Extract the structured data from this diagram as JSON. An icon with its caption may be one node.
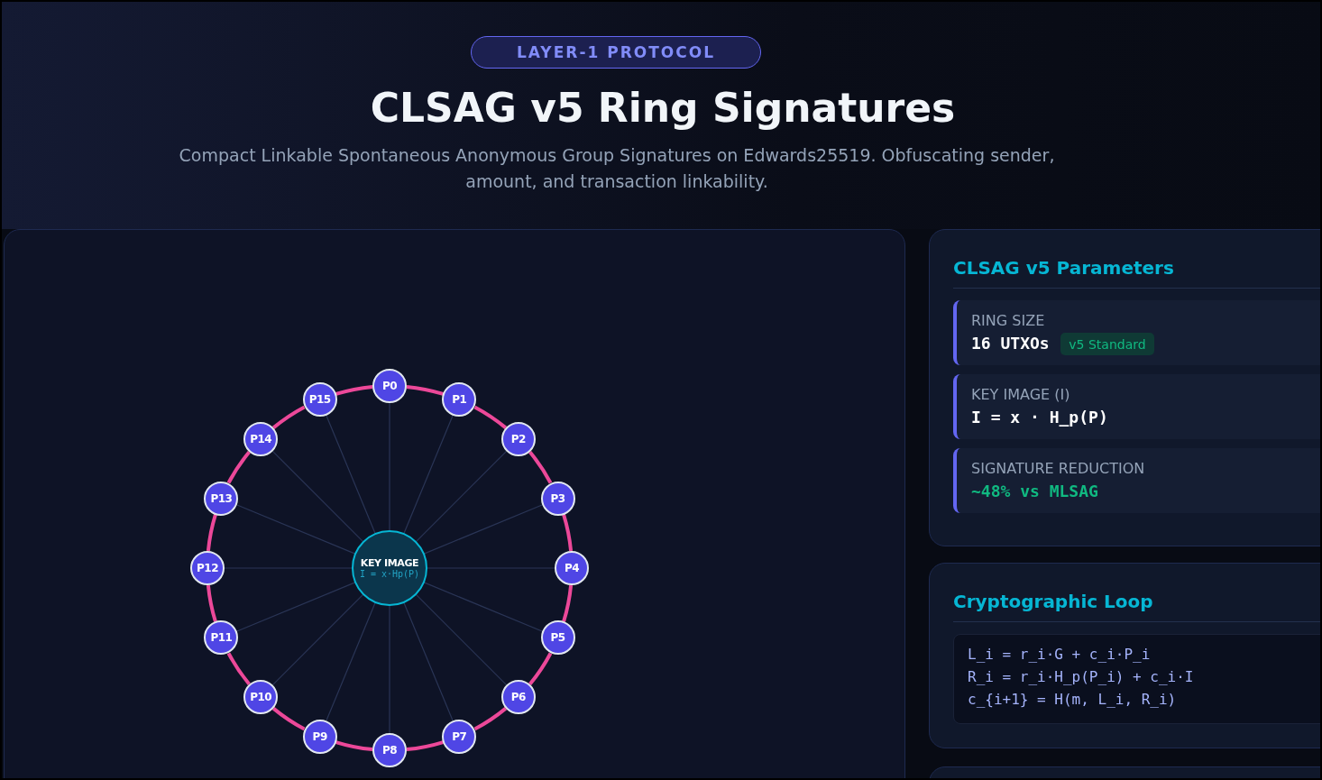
{
  "diagram": {
    "title": "CLSAG v5 Ring Signatures",
    "nodes": [
      {
        "text": [
          "LAYER-1 PROTOCOL"
        ]
      },
      {
        "text": [
          "P0"
        ]
      },
      {
        "text": [
          "P1"
        ]
      },
      {
        "text": [
          "P2"
        ]
      },
      {
        "text": [
          "P3"
        ]
      },
      {
        "text": [
          "P4"
        ]
      },
      {
        "text": [
          "P5"
        ]
      },
      {
        "text": [
          "P6"
        ]
      },
      {
        "text": [
          "P7"
        ]
      },
      {
        "text": [
          "P8"
        ]
      },
      {
        "text": [
          "P9"
        ]
      },
      {
        "text": [
          "P10"
        ]
      },
      {
        "text": [
          "P11"
        ]
      },
      {
        "text": [
          "P12"
        ]
      },
      {
        "text": [
          "P13"
        ]
      },
      {
        "text": [
          "P14"
        ]
      },
      {
        "text": [
          "P15"
        ]
      },
      {
        "text": [
          "KEY IMAGE",
          "I = x·Hp(P)"
        ]
      },
      {
        "text": [
          "CLSAG v5 Parameters"
        ]
      },
      {
        "text": [
          "RING SIZE",
          "16 UTXOs"
        ],
        "in": 18
      },
      {
        "text": [
          "v5 Standard"
        ],
        "in": 19
      },
      {
        "text": [
          "KEY IMAGE (I)",
          "I = x · H_p(P)"
        ],
        "in": 18
      },
      {
        "text": [
          "SIGNATURE REDUCTION",
          "~48% vs MLSAG"
        ],
        "in": 18
      },
      {
        "text": [
          "Cryptographic Loop"
        ]
      },
      {
        "text": [
          "L_i = r_i·G + c_i·P_i",
          "R_i = r_i·H_p(P_i) + c_i·I",
          "c_{i+1} = H(m, L_i, R_i)"
        ],
        "in": 23
      }
    ],
    "edges": [
      {
        "from": 1,
        "to": 2,
        "arrow": "none",
        "style": "thick",
        "color": "#ec4899"
      },
      {
        "from": 2,
        "to": 3,
        "arrow": "none",
        "style": "thick",
        "color": "#ec4899"
      },
      {
        "from": 3,
        "to": 4,
        "arrow": "none",
        "style": "thick",
        "color": "#ec4899"
      },
      {
        "from": 4,
        "to": 5,
        "arrow": "none",
        "style": "thick",
        "color": "#ec4899"
      },
      {
        "from": 5,
        "to": 6,
        "arrow": "none",
        "style": "thick",
        "color": "#ec4899"
      },
      {
        "from": 6,
        "to": 7,
        "arrow": "none",
        "style": "thick",
        "color": "#ec4899"
      },
      {
        "from": 7,
        "to": 8,
        "arrow": "none",
        "style": "thick",
        "color": "#ec4899"
      },
      {
        "from": 8,
        "to": 9,
        "arrow": "none",
        "style": "thick",
        "color": "#ec4899"
      },
      {
        "from": 9,
        "to": 10,
        "arrow": "none",
        "style": "thick",
        "color": "#ec4899"
      },
      {
        "from": 10,
        "to": 11,
        "arrow": "none",
        "style": "thick",
        "color": "#ec4899"
      },
      {
        "from": 11,
        "to": 12,
        "arrow": "none",
        "style": "thick",
        "color": "#ec4899"
      },
      {
        "from": 12,
        "to": 13,
        "arrow": "none",
        "style": "thick",
        "color": "#ec4899"
      },
      {
        "from": 13,
        "to": 14,
        "arrow": "none",
        "style": "thick",
        "color": "#ec4899"
      },
      {
        "from": 14,
        "to": 15,
        "arrow": "none",
        "style": "thick",
        "color": "#ec4899"
      },
      {
        "from": 15,
        "to": 16,
        "arrow": "none",
        "style": "thick",
        "color": "#ec4899"
      },
      {
        "from": 16,
        "to": 1,
        "arrow": "none",
        "style": "thick",
        "color": "#ec4899"
      },
      {
        "from": 17,
        "to": 1,
        "arrow": "none",
        "color": "#2a3556"
      },
      {
        "from": 17,
        "to": 2,
        "arrow": "none",
        "color": "#2a3556"
      },
      {
        "from": 17,
        "to": 3,
        "arrow": "none",
        "color": "#2a3556"
      },
      {
        "from": 17,
        "to": 4,
        "arrow": "none",
        "color": "#2a3556"
      },
      {
        "from": 17,
        "to": 5,
        "arrow": "none",
        "color": "#2a3556"
      },
      {
        "from": 17,
        "to": 6,
        "arrow": "none",
        "color": "#2a3556"
      },
      {
        "from": 17,
        "to": 7,
        "arrow": "none",
        "color": "#2a3556"
      },
      {
        "from": 17,
        "to": 8,
        "arrow": "none",
        "color": "#2a3556"
      },
      {
        "from": 17,
        "to": 9,
        "arrow": "none",
        "color": "#2a3556"
      },
      {
        "from": 17,
        "to": 10,
        "arrow": "none",
        "color": "#2a3556"
      },
      {
        "from": 17,
        "to": 11,
        "arrow": "none",
        "color": "#2a3556"
      },
      {
        "from": 17,
        "to": 12,
        "arrow": "none",
        "color": "#2a3556"
      },
      {
        "from": 17,
        "to": 13,
        "arrow": "none",
        "color": "#2a3556"
      },
      {
        "from": 17,
        "to": 14,
        "arrow": "none",
        "color": "#2a3556"
      },
      {
        "from": 17,
        "to": 15,
        "arrow": "none",
        "color": "#2a3556"
      },
      {
        "from": 17,
        "to": 16,
        "arrow": "none",
        "color": "#2a3556"
      }
    ],
    "labels": [
      "Compact Linkable Spontaneous Anonymous Group Signatures on Edwards25519. Obfuscating sender, amount, and transaction linkability."
    ]
  }
}
